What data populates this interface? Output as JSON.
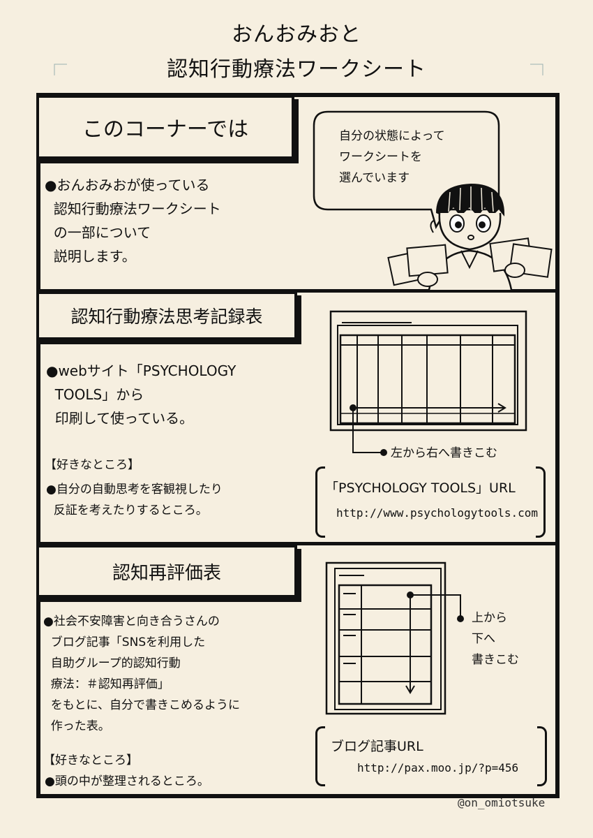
{
  "page": {
    "title_line1": "おんおみおと",
    "title_line2": "認知行動療法ワークシート",
    "handle": "@on_omiotsuke"
  },
  "section1": {
    "header": "このコーナーでは",
    "bullet_lines": [
      "●おんおみおが使っている",
      "  認知行動療法ワークシート",
      "  の一部について",
      "  説明します。"
    ],
    "speech_lines": [
      "自分の状態によって",
      "ワークシートを",
      "選んでいます"
    ]
  },
  "section2": {
    "header": "認知行動療法思考記録表",
    "bullet_lines": [
      "●webサイト「PSYCHOLOGY",
      "  TOOLS」から",
      "  印刷して使っている。"
    ],
    "likes_label": "【好きなところ】",
    "likes_lines": [
      "●自分の自動思考を客観視したり",
      "  反証を考えたりするところ。"
    ],
    "arrow_note": "左から右へ書きこむ",
    "url_label": "「PSYCHOLOGY TOOLS」URL",
    "url": "http://www.psychologytools.com"
  },
  "section3": {
    "header": "認知再評価表",
    "bullet_lines": [
      "●社会不安障害と向き合うさんの",
      "  ブログ記事「SNSを利用した",
      "  自助グループ的認知行動",
      "  療法：＃認知再評価」",
      "  をもとに、自分で書きこめるように",
      "  作った表。"
    ],
    "likes_label": "【好きなところ】",
    "likes_lines": [
      "●頭の中が整理されるところ。"
    ],
    "arrow_note_lines": [
      "上から",
      "下へ",
      "書きこむ"
    ],
    "url_label": "ブログ記事URL",
    "url": "http://pax.moo.jp/?p=456"
  }
}
